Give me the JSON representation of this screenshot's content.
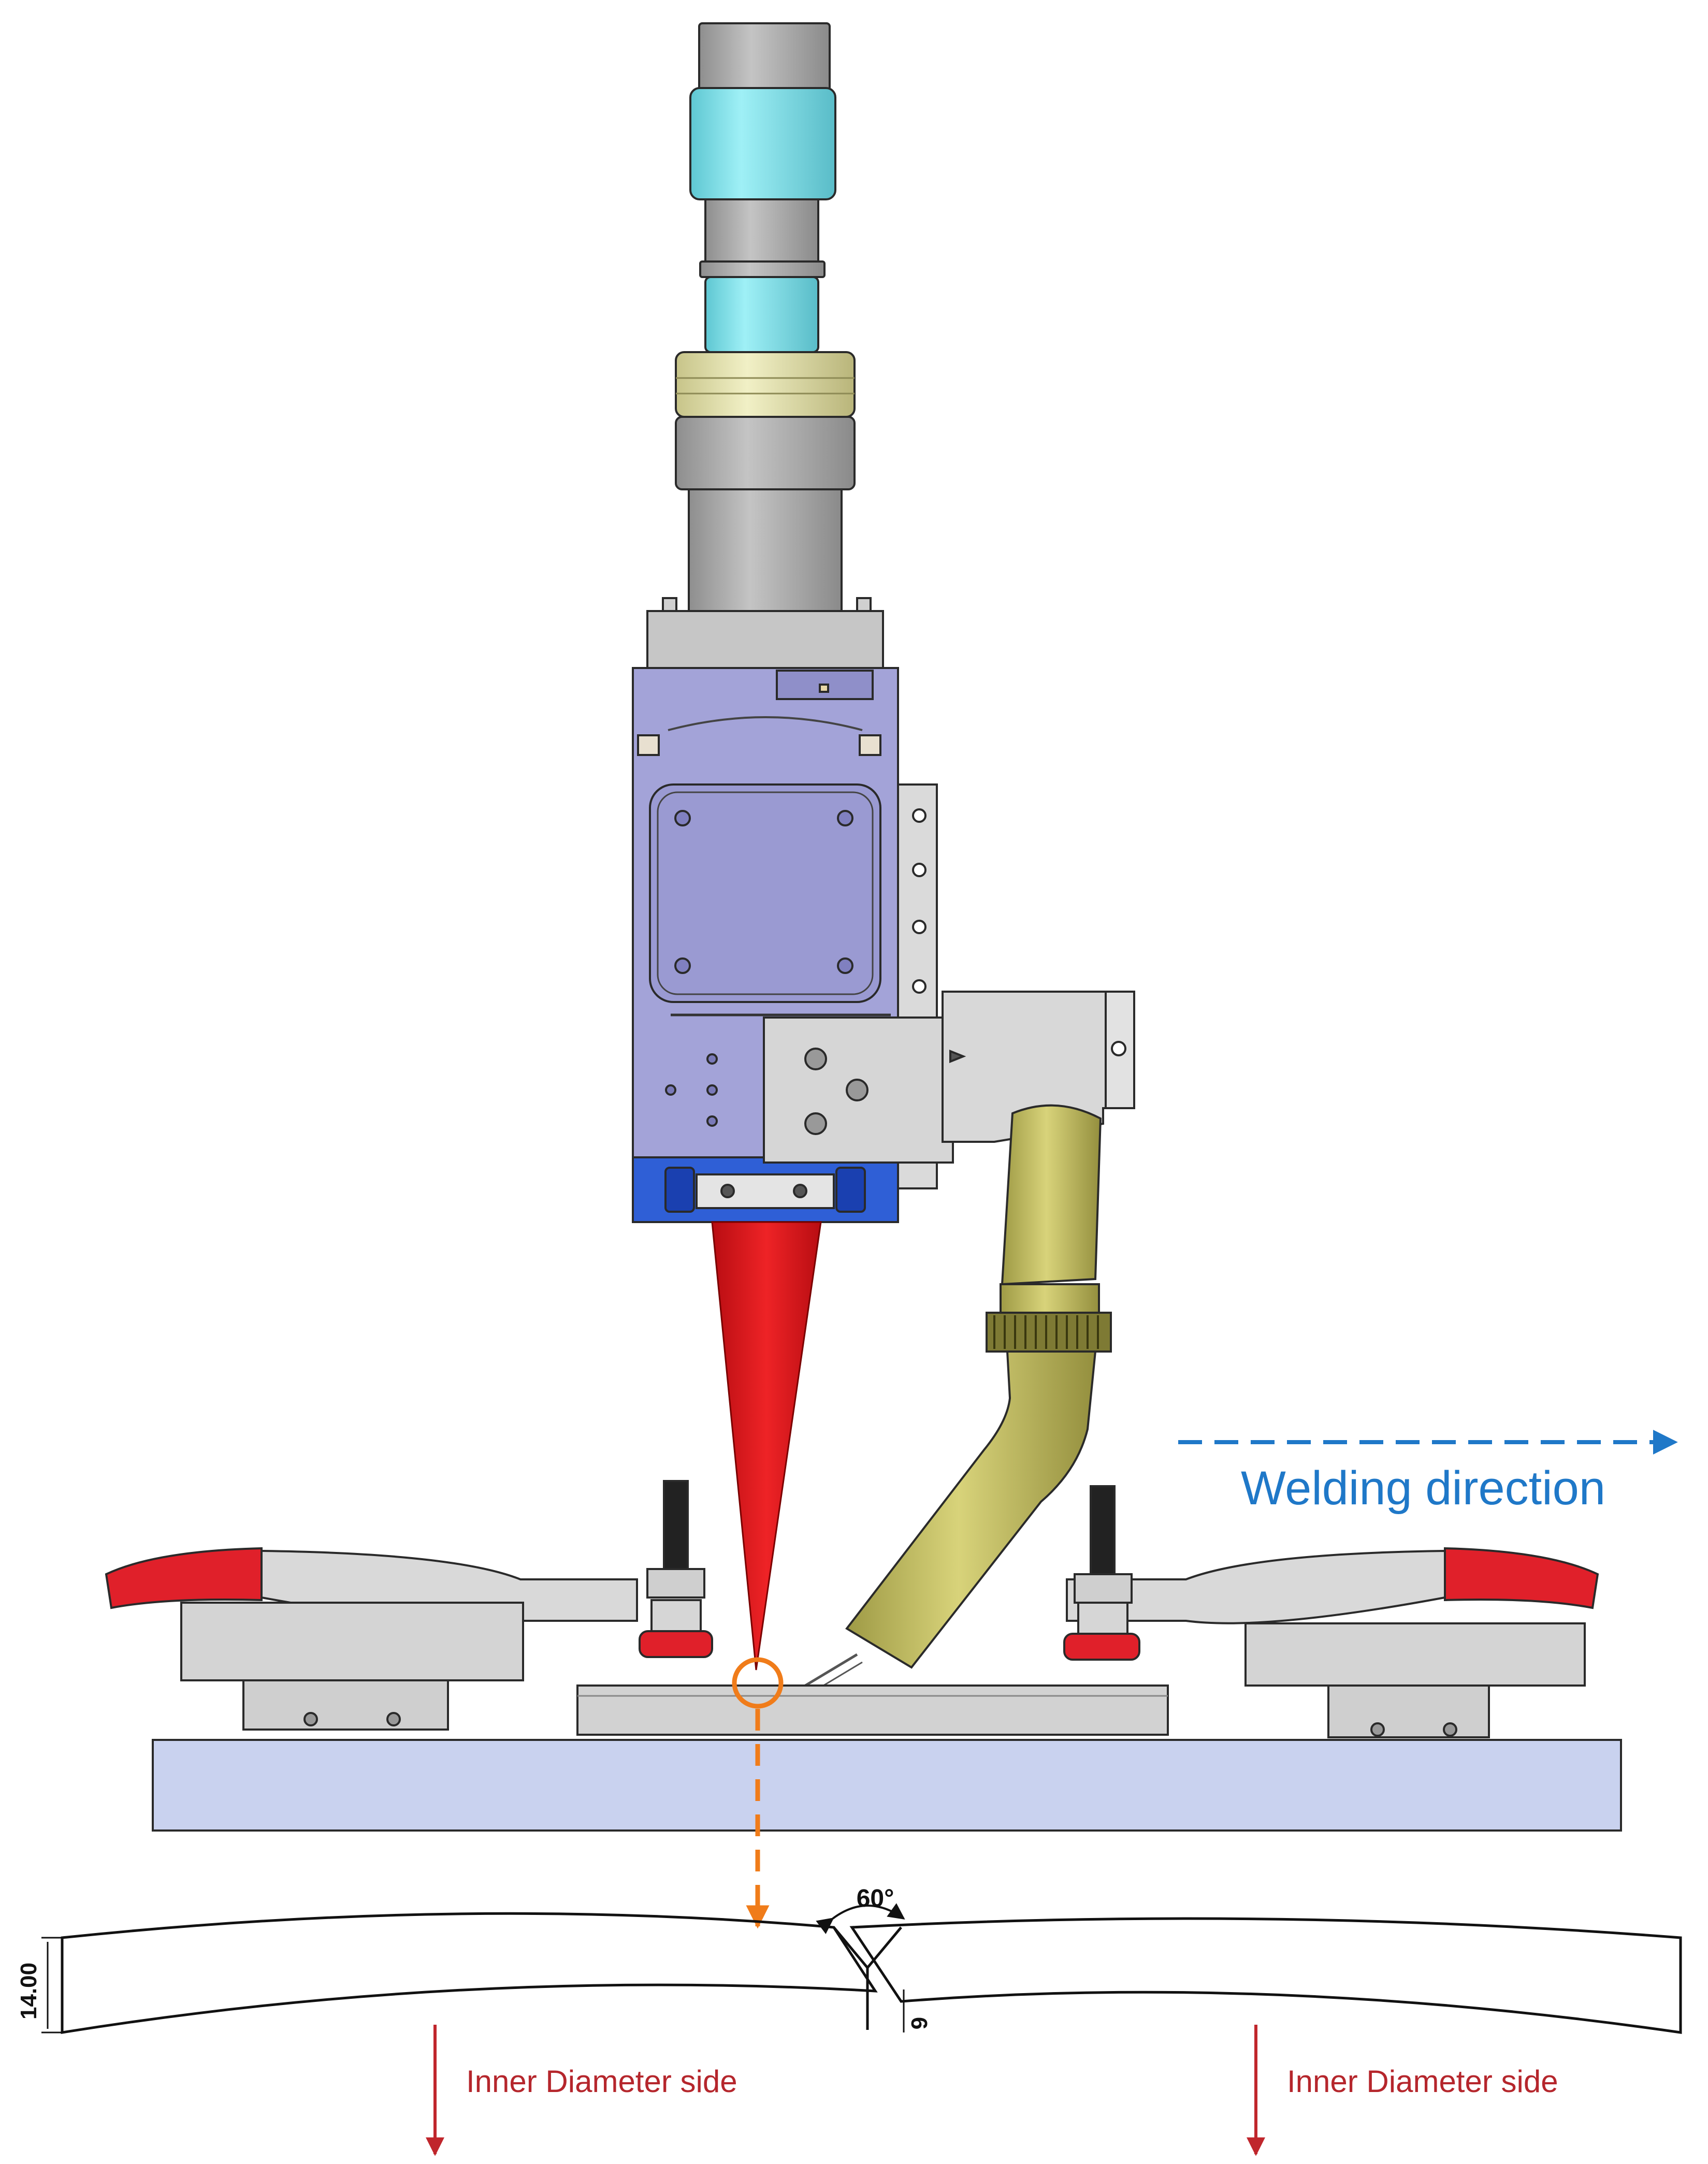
{
  "annotations": {
    "welding_direction": "Welding direction",
    "inner_diameter_left": "Inner Diameter side",
    "inner_diameter_right": "Inner Diameter side",
    "groove_angle": "60°",
    "plate_thickness": "14.00",
    "root_face": "6"
  },
  "colors": {
    "laser_beam": "#e31a1c",
    "head_body": "#a3a3d8",
    "head_base": "#2f5fd6",
    "optics_cyan": "#8fe6ee",
    "optics_yellow": "#ecebb8",
    "wire_feeder": "#c9c36a",
    "clamp_handle": "#e0202a",
    "base_plate": "#c9d2ef",
    "workpiece": "#d2d2d2",
    "direction_arrow": "#1f78c8",
    "focus_marker": "#f07c1a",
    "id_arrow": "#c0262c",
    "id_text": "#b5262c"
  },
  "icons": {
    "direction_arrow": "dashed-right-arrow-icon",
    "focus_marker": "circle-marker-icon",
    "id_arrows": "down-arrow-icon"
  }
}
